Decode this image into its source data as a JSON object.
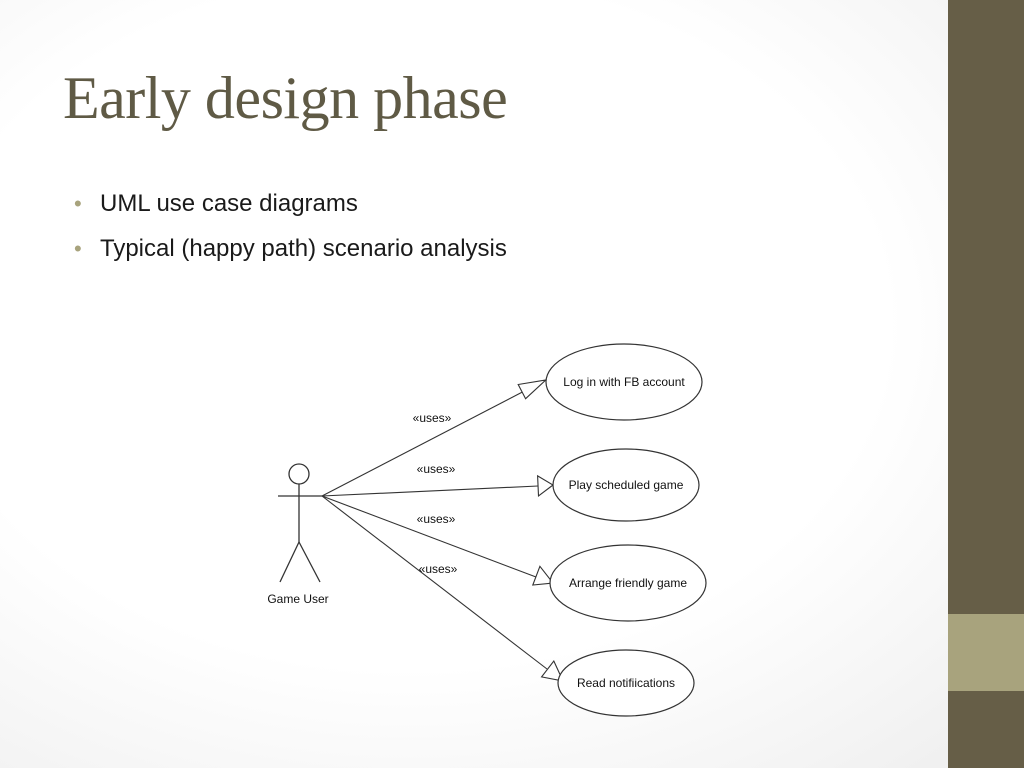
{
  "slide": {
    "title": "Early design phase",
    "bullets": [
      "UML use case diagrams",
      "Typical (happy path) scenario analysis"
    ],
    "bullet_glyph": "•"
  },
  "diagram": {
    "actor": "Game User",
    "relation_label": "«uses»",
    "use_cases": [
      "Log in with FB account",
      "Play scheduled game",
      "Arrange friendly game",
      "Read notifiications"
    ]
  },
  "colors": {
    "title": "#5f5a45",
    "side_bar": "#665e47",
    "side_bar_accent": "#a8a37d",
    "bullet": "#a8a37d",
    "diagram_stroke": "#333333"
  }
}
